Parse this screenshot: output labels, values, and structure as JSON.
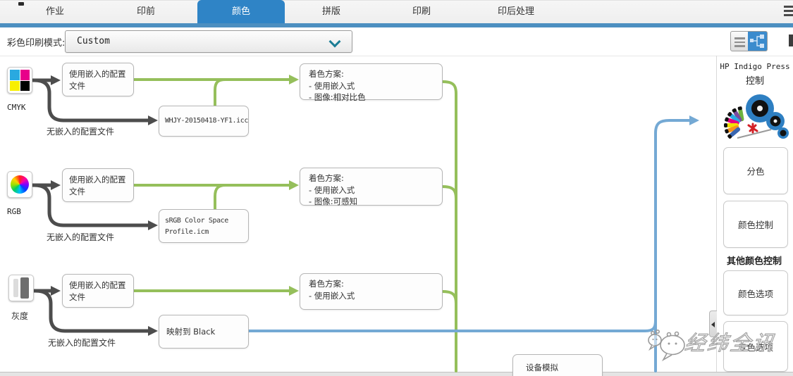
{
  "tabs": {
    "items": [
      {
        "label": "作业"
      },
      {
        "label": "印前"
      },
      {
        "label": "颜色"
      },
      {
        "label": "拼版"
      },
      {
        "label": "印刷"
      },
      {
        "label": "印后处理"
      }
    ],
    "active": "颜色"
  },
  "toolbar": {
    "mode_label": "彩色印刷模式:",
    "mode_value": "Custom"
  },
  "flow": {
    "rows": [
      {
        "icon_label": "CMYK",
        "embedded_box": "使用嵌入的配置文件",
        "no_embedded_label": "无嵌入的配置文件",
        "fallback_box": "WHJY-20150418-YF1.icc",
        "scheme_box": "着色方案:\n- 使用嵌入式\n- 图像:相对比色"
      },
      {
        "icon_label": "RGB",
        "embedded_box": "使用嵌入的配置文件",
        "no_embedded_label": "无嵌入的配置文件",
        "fallback_box": "sRGB Color Space Profile.icm",
        "scheme_box": "着色方案:\n- 使用嵌入式\n- 图像:可感知"
      },
      {
        "icon_label": "灰度",
        "embedded_box": "使用嵌入的配置文件",
        "no_embedded_label": "无嵌入的配置文件",
        "fallback_box": "映射到 Black",
        "scheme_box": "着色方案:\n- 使用嵌入式"
      }
    ],
    "device_sim_box": "设备模拟"
  },
  "right_panel": {
    "title_line1": "HP Indigo Press",
    "title_line2": "控制",
    "button_separations": "分色",
    "button_color_control": "颜色控制",
    "section_label": "其他颜色控制",
    "button_color_options": "颜色选项",
    "button_spot_options": "专色选项"
  },
  "watermark": {
    "text": "经纬全讯"
  },
  "colors": {
    "accent_blue": "#2f84c6",
    "tab_strip_blue": "#4c8fc0",
    "flow_green": "#95bf5b",
    "flow_blue": "#74a9d4",
    "arrow_dark": "#4d4d4d",
    "cmyk_swatches": [
      "#2aa9e0",
      "#e8008a",
      "#f8ef00",
      "#000000"
    ]
  }
}
